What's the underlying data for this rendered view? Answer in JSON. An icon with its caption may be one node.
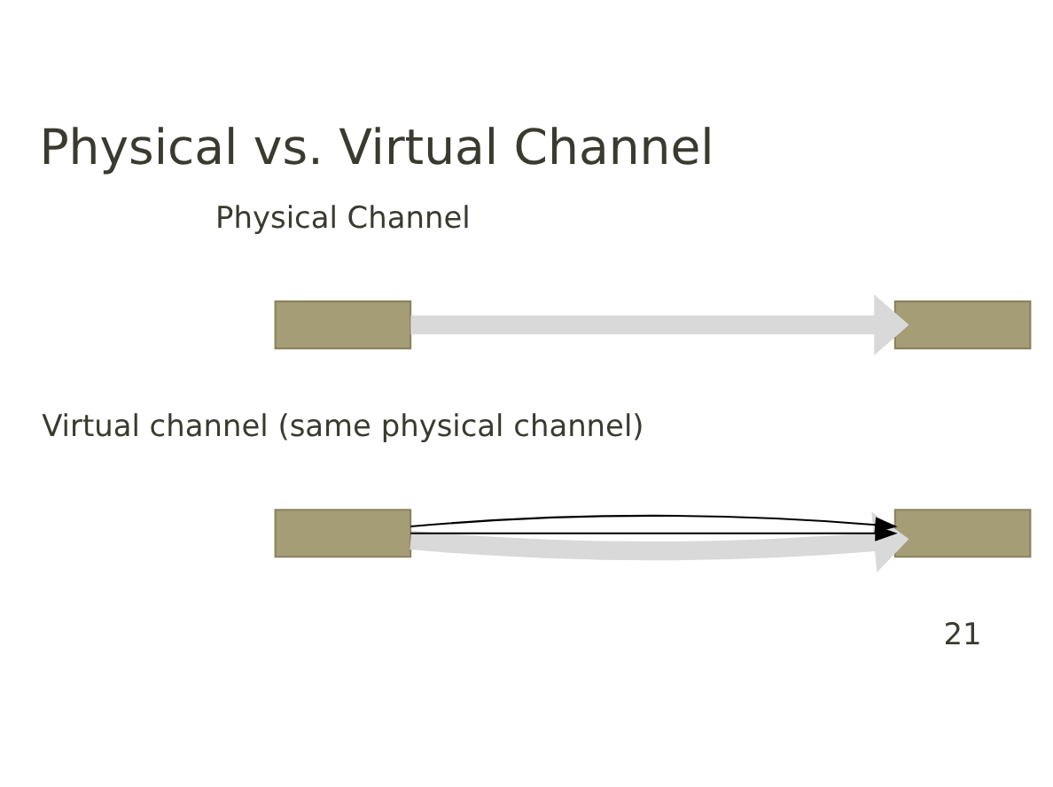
{
  "diagram": {
    "title": "Physical vs. Virtual Channel",
    "nodes": [
      {
        "text": [],
        "shape": "box"
      },
      {
        "text": [],
        "shape": "box"
      },
      {
        "text": [],
        "shape": "box"
      },
      {
        "text": [],
        "shape": "box"
      }
    ],
    "edges": [
      {
        "from": 0,
        "to": 1,
        "arrow": "to",
        "style": "thick",
        "color": "#d9d9d9"
      },
      {
        "from": 2,
        "to": 3,
        "arrow": "to",
        "style": "thick",
        "color": "#d9d9d9"
      },
      {
        "from": 2,
        "to": 3,
        "arrow": "to",
        "color": "#000000"
      },
      {
        "from": 2,
        "to": 3,
        "arrow": "to",
        "color": "#000000"
      }
    ],
    "labels": [
      "Physical Channel",
      "Virtual channel (same physical channel)",
      "21"
    ]
  }
}
